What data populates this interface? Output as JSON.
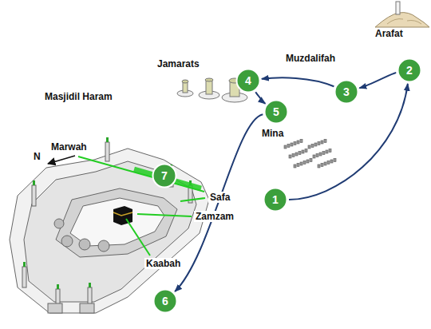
{
  "diagram": {
    "nodes": [
      {
        "text": [
          "1"
        ]
      },
      {
        "text": [
          "2"
        ]
      },
      {
        "text": [
          "3"
        ]
      },
      {
        "text": [
          "4"
        ]
      },
      {
        "text": [
          "5"
        ]
      },
      {
        "text": [
          "6"
        ]
      },
      {
        "text": [
          "7"
        ]
      }
    ],
    "edges": [
      {
        "from": 0,
        "to": 1,
        "arrow": "to"
      },
      {
        "from": 1,
        "to": 2,
        "arrow": "to"
      },
      {
        "from": 2,
        "to": 3,
        "arrow": "to"
      },
      {
        "from": 3,
        "to": 4,
        "arrow": "to"
      },
      {
        "from": 4,
        "to": 5,
        "arrow": "to"
      }
    ],
    "labels": [
      "Arafat",
      "Muzdalifah",
      "Jamarats",
      "Mina",
      "Masjidil Haram",
      "Marwah",
      "N",
      "Safa",
      "Zamzam",
      "Kaabah"
    ]
  }
}
